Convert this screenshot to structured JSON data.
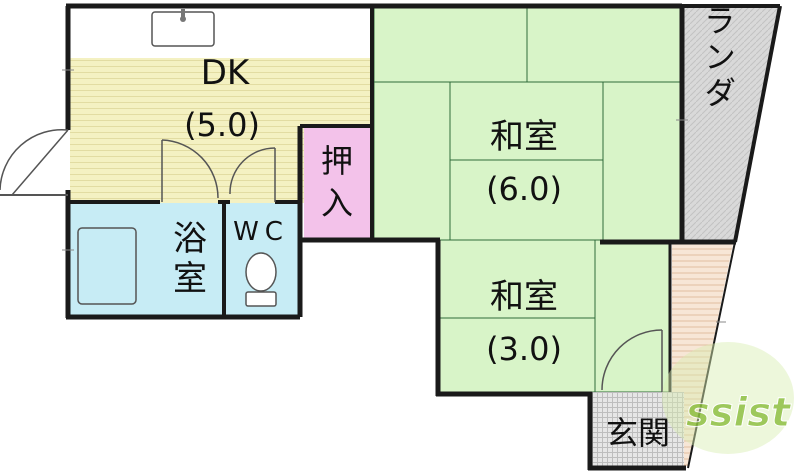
{
  "floorplan": {
    "rooms": {
      "dk": {
        "name": "DK",
        "size": "(5.0)"
      },
      "washitsu_large": {
        "name": "和室",
        "size": "(6.0)"
      },
      "washitsu_small": {
        "name": "和室",
        "size": "(3.0)"
      },
      "bath": {
        "line1": "浴",
        "line2": "室"
      },
      "wc": {
        "name": "WC"
      },
      "closet": {
        "line1": "押",
        "line2": "入"
      },
      "veranda": {
        "name": "ベランダ"
      },
      "entrance": {
        "name": "玄関"
      }
    },
    "colors": {
      "dk_floor": "#f4f1c2",
      "tatami": "#d8f4c8",
      "tatami_edge": "#2f6b3a",
      "bath": "#c7ecf5",
      "closet": "#f3c2ea",
      "veranda": "#d6d6d6",
      "wall": "#1a1a1a"
    }
  },
  "watermark": {
    "text": "ssist"
  }
}
